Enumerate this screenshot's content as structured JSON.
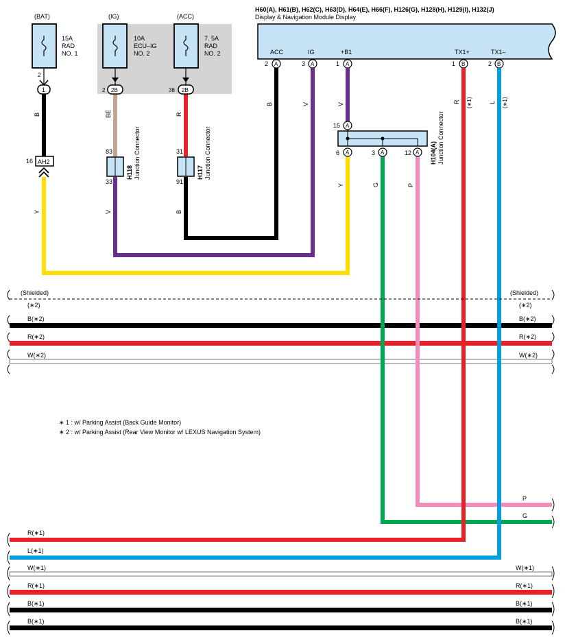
{
  "module": {
    "connectors": "H60(A), H61(B), H62(C), H63(D), H64(E), H66(F), H126(G), H128(H), H129(I), H132(J)",
    "name": "Display & Navigation Module Display",
    "pins": [
      {
        "label": "ACC",
        "num": "2",
        "conn": "A"
      },
      {
        "label": "IG",
        "num": "3",
        "conn": "A"
      },
      {
        "label": "+B1",
        "num": "1",
        "conn": "A"
      },
      {
        "label": "TX1+",
        "num": "1",
        "conn": "B"
      },
      {
        "label": "TX1–",
        "num": "2",
        "conn": "B"
      }
    ]
  },
  "fuses": [
    {
      "source": "(BAT)",
      "rating": "15A",
      "name1": "RAD",
      "name2": "NO. 1",
      "pin": "2"
    },
    {
      "source": "(IG)",
      "rating": "10A",
      "name1": "ECU–IG",
      "name2": "NO. 2",
      "pin": "2",
      "jc": "2B"
    },
    {
      "source": "(ACC)",
      "rating": "7. 5A",
      "name1": "RAD",
      "name2": "NO. 2",
      "pin": "38",
      "jc": "2B"
    }
  ],
  "connector_1": "1",
  "ah2": {
    "pin": "16",
    "label": "AH2"
  },
  "h118": {
    "id": "H118",
    "desc": "Junction Connector",
    "pin_top": "83",
    "pin_bottom": "33"
  },
  "h117": {
    "id": "H117",
    "desc": "Junction Connector",
    "pin_top": "31",
    "pin_bottom": "91"
  },
  "h104": {
    "id": "H104(A)",
    "desc": "Junction Connector",
    "pin_top": "15",
    "conn": "A",
    "pins_bottom": [
      "6",
      "3",
      "12"
    ]
  },
  "wire_colors": {
    "b_bat": "B",
    "be_ig": "BE",
    "r_acc": "R",
    "y": "Y",
    "v_ig": "V",
    "b_acc": "B",
    "acc_b": "B",
    "ig_v": "V",
    "b1_v": "V",
    "tx1p_r": "R",
    "tx1m_l": "L",
    "star1": "(∗1)",
    "g": "G",
    "p": "P"
  },
  "shielded": "(Shielded)",
  "star2": "(∗2)",
  "bus_top": [
    {
      "left": "B(∗2)",
      "right": "B(∗2)",
      "color": "#000000"
    },
    {
      "left": "R(∗2)",
      "right": "R(∗2)",
      "color": "#e8202a"
    },
    {
      "left": "W(∗2)",
      "right": "W(∗2)",
      "color": "#ffffff"
    }
  ],
  "notes": [
    "∗ 1 : w/ Parking Assist (Back Guide Monitor)",
    "∗ 2 : w/ Parking Assist (Rear View Monitor w/ LEXUS Navigation System)"
  ],
  "right_exits": {
    "p": "P",
    "g": "G"
  },
  "bus_bottom": [
    {
      "left": "R(∗1)",
      "right": "",
      "color": "#e8202a"
    },
    {
      "left": "L(∗1)",
      "right": "",
      "color": "#00a0e0"
    },
    {
      "left": "W(∗1)",
      "right": "W(∗1)",
      "color": "#ffffff"
    },
    {
      "left": "R(∗1)",
      "right": "R(∗1)",
      "color": "#e8202a"
    },
    {
      "left": "B(∗1)",
      "right": "B(∗1)",
      "color": "#000000"
    },
    {
      "left": "B(∗1)",
      "right": "B(∗1)",
      "color": "#000000"
    }
  ],
  "colors": {
    "black": "#000000",
    "red": "#e8202a",
    "blue": "#00a0e0",
    "violet": "#6a2e91",
    "yellow": "#ffdd00",
    "green": "#00a650",
    "pink": "#f28cbc",
    "beige": "#c0a890",
    "module_fill": "#c6e4f5",
    "gray_box": "#d4d4d4"
  }
}
